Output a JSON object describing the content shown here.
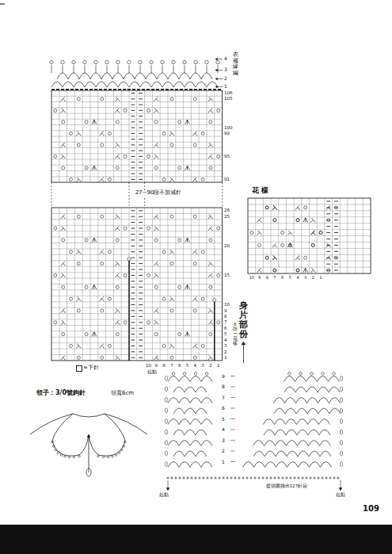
{
  "diagram": {
    "labels": [
      "4",
      "3",
      "2",
      "1",
      "衣襬緣編",
      "106",
      "105",
      "100",
      "99",
      "95",
      "91",
      "27~90段不加減針",
      "26",
      "25",
      "20",
      "15",
      "10",
      "9",
      "8",
      "7",
      "6",
      "5",
      "4",
      "3",
      "2",
      "1",
      "8段一花樣",
      "身片部份",
      "10",
      "9",
      "8",
      "7",
      "6",
      "5",
      "4",
      "3",
      "2",
      "1",
      "花 樣",
      "10",
      "9",
      "8",
      "7",
      "6",
      "5",
      "4",
      "3",
      "2",
      "1",
      "領子：3/0號鉤針",
      "領寬6cm",
      "起點",
      "9",
      "8",
      "7",
      "6",
      "5",
      "4",
      "3",
      "2",
      "1",
      "起點",
      "從領圍挑出127針目",
      "起點",
      "109"
    ],
    "legend": [
      {
        "text": "=下針"
      }
    ]
  }
}
